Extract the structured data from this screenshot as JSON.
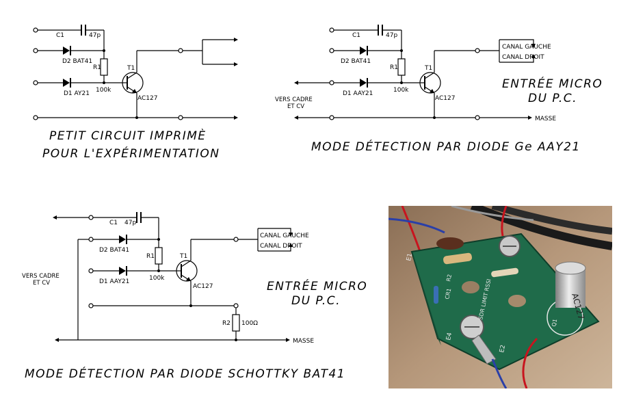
{
  "diagrams": {
    "top_left": {
      "c1_label": "C1",
      "c1_value": "47p",
      "d2_label": "D2 BAT41",
      "d1_label": "D1 AY21",
      "r1_label": "R1",
      "r1_value": "100k",
      "t1_label": "T1",
      "t1_part": "AC127",
      "caption_line1": "PETIT CIRCUIT IMPRIMÈ",
      "caption_line2": "POUR L'EXPÉRIMENTATION"
    },
    "top_right": {
      "c1_label": "C1",
      "c1_value": "47p",
      "d2_label": "D2 BAT41",
      "d1_label": "D1 AAY21",
      "r1_label": "R1",
      "r1_value": "100k",
      "t1_label": "T1",
      "t1_part": "AC127",
      "vers_cadre_line1": "VERS CADRE",
      "vers_cadre_line2": "ET CV",
      "canal_gauche": "CANAL GAUCHE",
      "canal_droit": "CANAL DROIT",
      "masse": "MASSE",
      "entree_line1": "ENTRÉE MICRO",
      "entree_line2": "DU P.C.",
      "caption": "MODE DÉTECTION PAR DIODE Ge AAY21"
    },
    "bottom_left": {
      "c1_label": "C1",
      "c1_value": "47p",
      "d2_label": "D2 BAT41",
      "d1_label": "D1 AAY21",
      "r1_label": "R1",
      "r1_value": "100k",
      "r2_label": "R2",
      "r2_value": "100Ω",
      "t1_label": "T1",
      "t1_part": "AC127",
      "vers_cadre_line1": "VERS CADRE",
      "vers_cadre_line2": "ET CV",
      "canal_gauche": "CANAL GAUCHE",
      "canal_droit": "CANAL DROIT",
      "masse": "MASSE",
      "entree_line1": "ENTRÉE MICRO",
      "entree_line2": "DU P.C.",
      "caption": "MODE DÉTECTION PAR DIODE SCHOTTKY BAT41"
    }
  },
  "photo": {
    "board_color": "#1f6b4a",
    "transistor_marking": "AC127",
    "silkscreen_text": "SDR LIMIT RSSI",
    "pad_labels": [
      "E1",
      "E2",
      "E4",
      "CR1",
      "R2",
      "Q1"
    ]
  }
}
